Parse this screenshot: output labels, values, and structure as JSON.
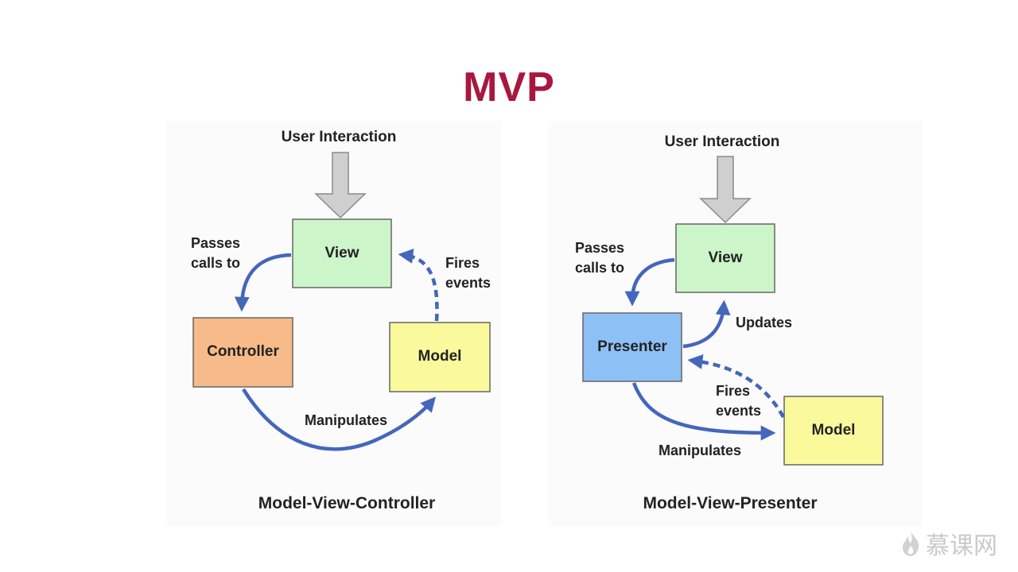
{
  "title": "MVP",
  "colors": {
    "title": "#a8173e",
    "view": "#ccf5c9",
    "controller": "#f7bb8a",
    "model": "#fafa9c",
    "presenter": "#8dc0f5",
    "arrow": "#4466bb",
    "input_arrow": "#cfcfcf"
  },
  "mvc": {
    "user_interaction": "User Interaction",
    "view": "View",
    "controller": "Controller",
    "model": "Model",
    "passes_calls_line1": "Passes",
    "passes_calls_line2": "calls to",
    "fires_events_line1": "Fires",
    "fires_events_line2": "events",
    "manipulates": "Manipulates",
    "caption": "Model-View-Controller"
  },
  "mvp": {
    "user_interaction": "User Interaction",
    "view": "View",
    "presenter": "Presenter",
    "model": "Model",
    "passes_calls_line1": "Passes",
    "passes_calls_line2": "calls to",
    "updates": "Updates",
    "fires_events_line1": "Fires",
    "fires_events_line2": "events",
    "manipulates": "Manipulates",
    "caption": "Model-View-Presenter"
  },
  "watermark": {
    "text": "慕课网",
    "icon": "flame-logo-icon"
  }
}
